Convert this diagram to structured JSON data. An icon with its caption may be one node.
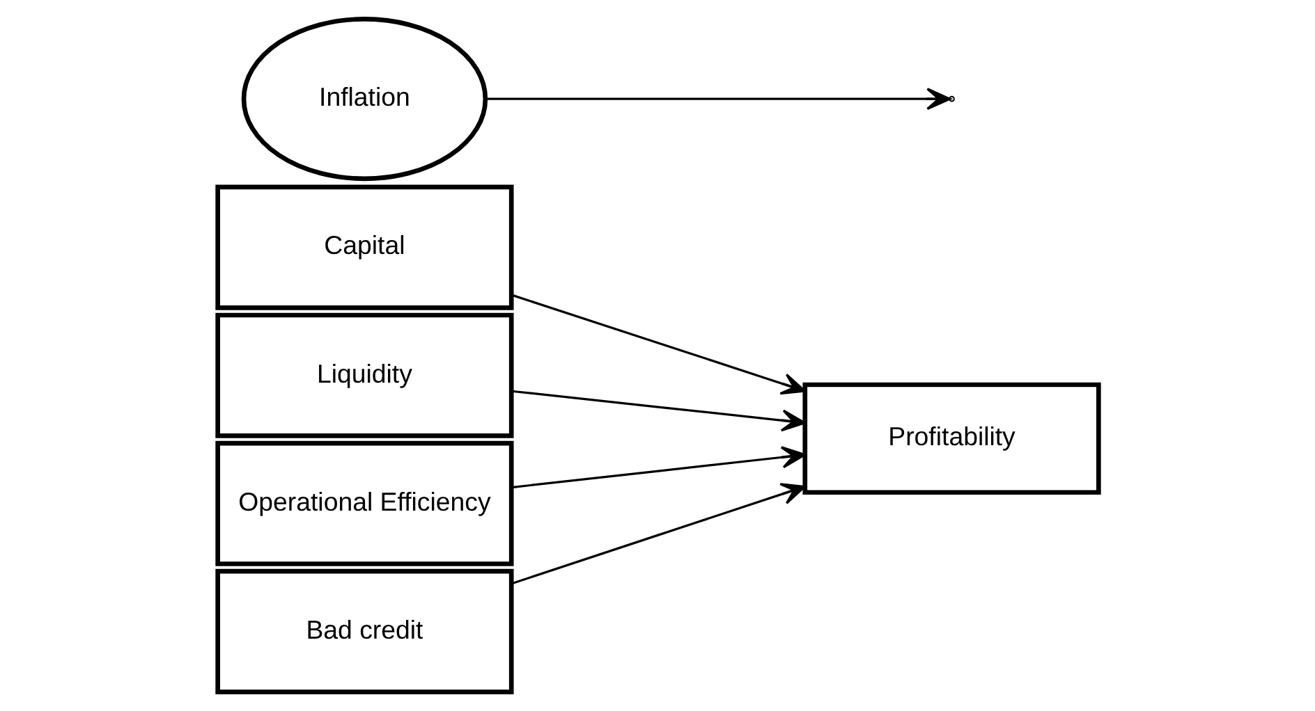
{
  "diagram": {
    "nodes": [
      {
        "text": [
          "Capital"
        ]
      },
      {
        "text": [
          "Liquidity"
        ]
      },
      {
        "text": [
          "Operational Efficiency"
        ]
      },
      {
        "text": [
          "Bad credit"
        ]
      },
      {
        "text": [
          "Profitability"
        ]
      },
      {
        "text": [
          "Inflation"
        ]
      }
    ],
    "edges": [
      {
        "from": 0,
        "to": 4,
        "arrow": "to"
      },
      {
        "from": 1,
        "to": 4,
        "arrow": "to"
      },
      {
        "from": 2,
        "to": 4,
        "arrow": "to"
      },
      {
        "from": 3,
        "to": 4,
        "arrow": "to"
      },
      {
        "from": 5,
        "to": null,
        "arrow": "to"
      }
    ]
  }
}
